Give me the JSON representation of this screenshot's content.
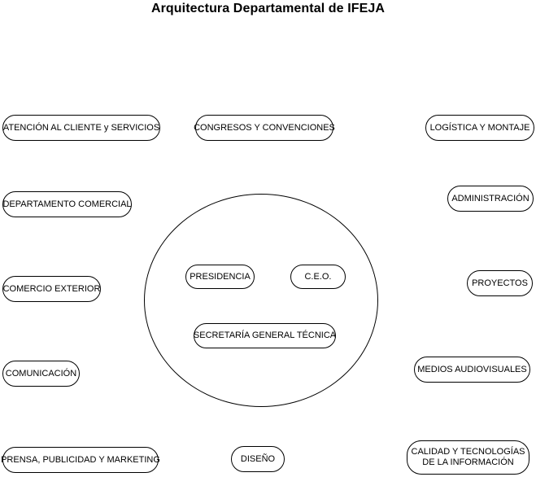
{
  "title": "Arquitectura Departamental de IFEJA",
  "left_column": [
    "ATENCIÓN AL CLIENTE y SERVICIOS",
    "DEPARTAMENTO COMERCIAL",
    "COMERCIO EXTERIOR",
    "COMUNICACIÓN",
    "PRENSA, PUBLICIDAD Y MARKETING"
  ],
  "right_column": [
    "LOGÍSTICA Y MONTAJE",
    "ADMINISTRACIÓN",
    "PROYECTOS",
    "MEDIOS AUDIOVISUALES"
  ],
  "top_center": "CONGRESOS Y CONVENCIONES",
  "bottom_center": "DISEÑO",
  "bottom_right": {
    "line1": "CALIDAD Y TECNOLOGÍAS",
    "line2": "DE LA INFORMACIÓN"
  },
  "center": {
    "presidencia": "PRESIDENCIA",
    "ceo": "C.E.O.",
    "secretaria": "SECRETARÍA GENERAL TÉCNICA"
  }
}
